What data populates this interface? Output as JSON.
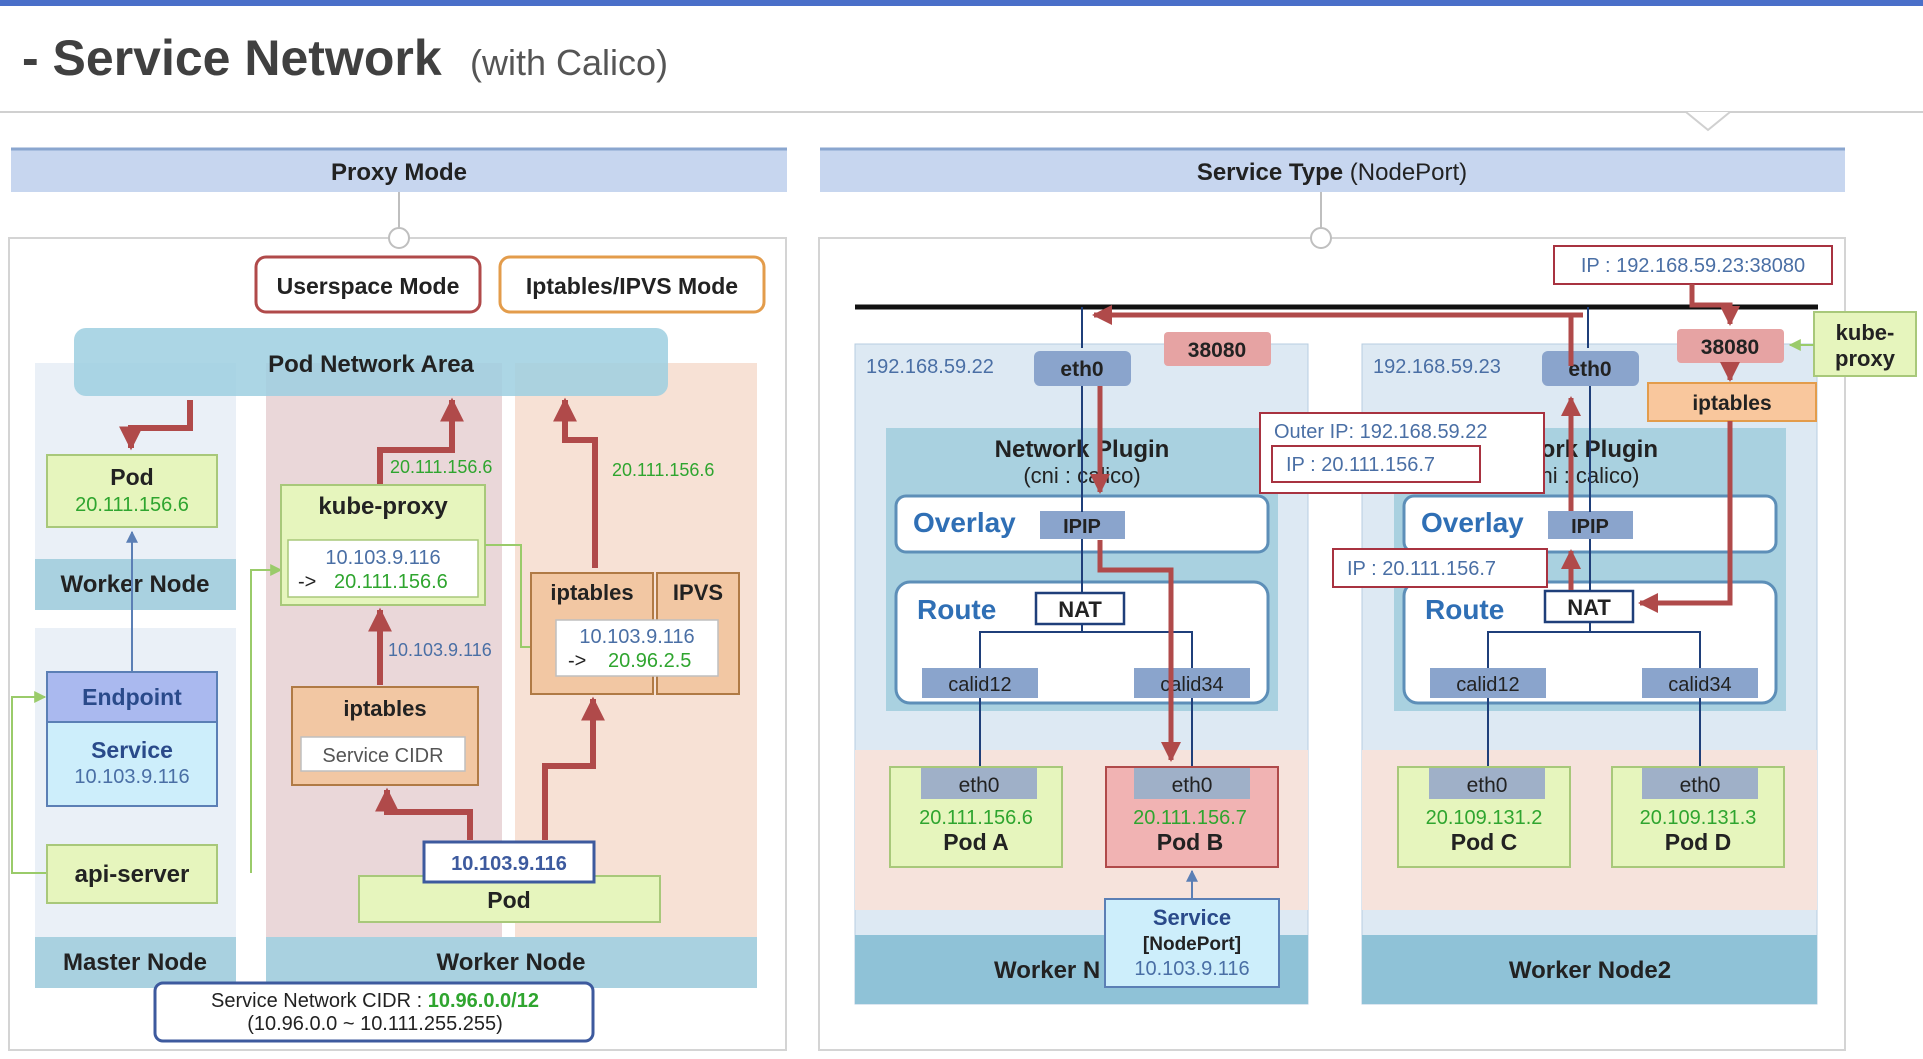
{
  "header": {
    "title": "- Service Network",
    "subtitle": "(with Calico)"
  },
  "colors": {
    "title_text": "#404040",
    "band_fill": "#c7d6ef",
    "arrow": "#b04a4a",
    "green_text": "#2fa52f",
    "blue_text": "#4a6fa5",
    "node_area": "#a9d1e0",
    "pod_fill": "#e6f5bd"
  },
  "left": {
    "heading": "Proxy Mode",
    "userspace_mode": "Userspace Mode",
    "iptables_ipvs_mode": "Iptables/IPVS Mode",
    "pod_network_area": "Pod Network Area",
    "pod": {
      "label": "Pod",
      "ip": "20.111.156.6"
    },
    "worker_node_small": "Worker Node",
    "endpoint": "Endpoint",
    "service": {
      "label": "Service",
      "ip": "10.103.9.116"
    },
    "api_server": "api-server",
    "master_node": "Master Node",
    "kube_proxy": {
      "label": "kube-proxy",
      "rule_line1": "10.103.9.116",
      "rule_arrow": "->",
      "rule_target": "20.111.156.6"
    },
    "kp_upper_ip": "20.111.156.6",
    "kp_mid_ip": "10.103.9.116",
    "iptables_user": {
      "label": "iptables",
      "sub": "Service CIDR"
    },
    "iptables_ipvs": {
      "iptables": "iptables",
      "ipvs": "IPVS",
      "rule_line1": "10.103.9.116",
      "rule_arrow": "->",
      "rule_target": "20.96.2.5"
    },
    "ipvs_upper_ip": "20.111.156.6",
    "pod_bottom": {
      "label": "Pod",
      "ip": "10.103.9.116"
    },
    "worker_node_big": "Worker Node",
    "cidr": {
      "prefix": "Service Network CIDR : ",
      "value": "10.96.0.0/12",
      "range": "(10.96.0.0 ~ 10.111.255.255)"
    }
  },
  "right": {
    "heading_bold": "Service Type",
    "heading_light": "(NodePort)",
    "dest_ip": "IP : 192.168.59.23:38080",
    "kube_proxy": [
      "kube-",
      "proxy"
    ],
    "node1": {
      "ip": "192.168.59.22",
      "eth0": "eth0",
      "port": "38080",
      "plugin": "Network Plugin",
      "plugin_sub": "(cni : calico)",
      "overlay": "Overlay",
      "ipip": "IPIP",
      "route": "Route",
      "nat": "NAT",
      "calid12": "calid12",
      "calid34": "calid34",
      "pod_a": {
        "eth": "eth0",
        "ip": "20.111.156.6",
        "name": "Pod A"
      },
      "pod_b": {
        "eth": "eth0",
        "ip": "20.111.156.7",
        "name": "Pod B"
      },
      "label": "Worker N"
    },
    "node2": {
      "ip": "192.168.59.23",
      "eth0": "eth0",
      "port": "38080",
      "iptables": "iptables",
      "plugin": "work Plugin",
      "plugin_sub": "ni : calico)",
      "overlay": "Overlay",
      "ipip": "IPIP",
      "route": "Route",
      "nat": "NAT",
      "calid12": "calid12",
      "calid34": "calid34",
      "pod_c": {
        "eth": "eth0",
        "ip": "20.109.131.2",
        "name": "Pod C"
      },
      "pod_d": {
        "eth": "eth0",
        "ip": "20.109.131.3",
        "name": "Pod D"
      },
      "label": "Worker Node2"
    },
    "outer_ip": "Outer IP: 192.168.59.22",
    "inner_ip": "IP : 20.111.156.7",
    "ip_mid": "IP : 20.111.156.7",
    "service_box": {
      "label": "Service",
      "type": "[NodePort]",
      "ip": "10.103.9.116"
    }
  }
}
